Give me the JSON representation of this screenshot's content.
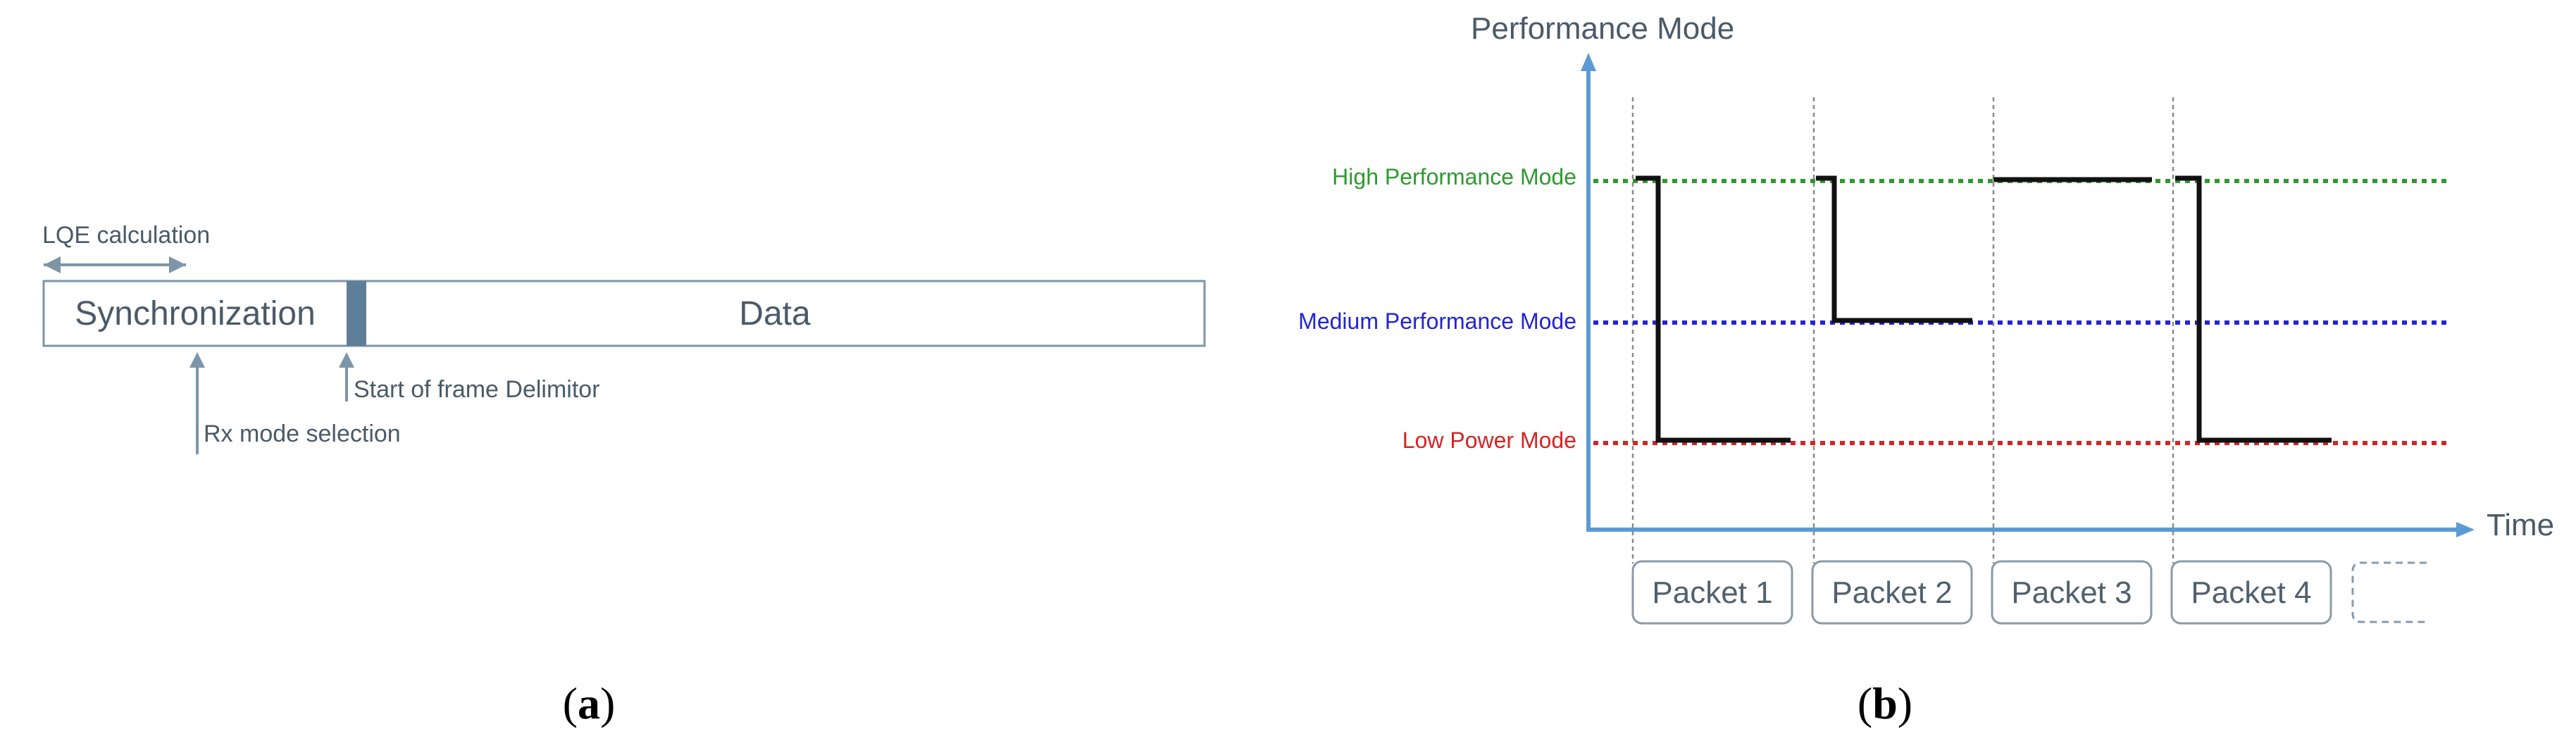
{
  "colors": {
    "frame_stroke": "#7d95a8",
    "frame_text": "#4a5a68",
    "sfd_bar": "#5e7f98",
    "axis": "#5b9bd5",
    "high": "#2e9a2e",
    "medium": "#2323d8",
    "low": "#d42424",
    "step": "#111111",
    "packet_stroke": "#8a9aa8",
    "packet_text": "#50606e",
    "divider": "#8a8a8a"
  },
  "panel_a": {
    "lqe_label": "LQE calculation",
    "sync_label": "Synchronization",
    "data_label": "Data",
    "sfd_label": "Start of frame Delimitor",
    "rx_label": "Rx mode selection",
    "caption_open": "(",
    "caption_letter": "a",
    "caption_close": ")"
  },
  "panel_b": {
    "y_axis_label": "Performance Mode",
    "x_axis_label": "Time",
    "levels": {
      "high": "High Performance Mode",
      "medium": "Medium Performance Mode",
      "low": "Low Power Mode"
    },
    "packets": [
      "Packet 1",
      "Packet 2",
      "Packet 3",
      "Packet 4"
    ],
    "mode_per_packet": [
      "low",
      "medium",
      "high",
      "low"
    ],
    "caption_open": "(",
    "caption_letter": "b",
    "caption_close": ")"
  }
}
